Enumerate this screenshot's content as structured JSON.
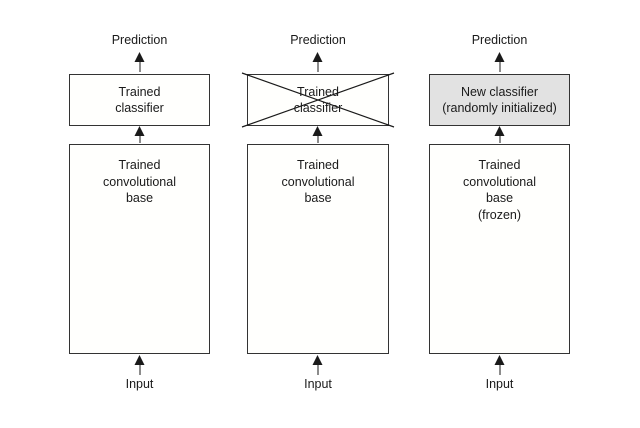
{
  "figure": {
    "title": "Transfer learning: swapping the classifier on a pretrained convolutional base",
    "background_color": "#ffffff",
    "line_color": "#1a1a1a",
    "highlight_fill": "#e2e2e2"
  },
  "columns": [
    {
      "id": "pretrained-network",
      "top_label": "Prediction",
      "bottom_label": "Input",
      "classifier": {
        "lines": [
          "Trained",
          "classifier"
        ],
        "filled": false,
        "struck_out": false
      },
      "base": {
        "lines": [
          "Trained",
          "convolutional",
          "base"
        ]
      }
    },
    {
      "id": "classifier-discarded",
      "top_label": "Prediction",
      "bottom_label": "Input",
      "classifier": {
        "lines": [
          "Trained",
          "classifier"
        ],
        "filled": false,
        "struck_out": true
      },
      "base": {
        "lines": [
          "Trained",
          "convolutional",
          "base"
        ]
      }
    },
    {
      "id": "new-classifier",
      "top_label": "Prediction",
      "bottom_label": "Input",
      "classifier": {
        "lines": [
          "New classifier",
          "(randomly initialized)"
        ],
        "filled": true,
        "struck_out": false
      },
      "base": {
        "lines": [
          "Trained",
          "convolutional",
          "base",
          "(frozen)"
        ]
      }
    }
  ]
}
